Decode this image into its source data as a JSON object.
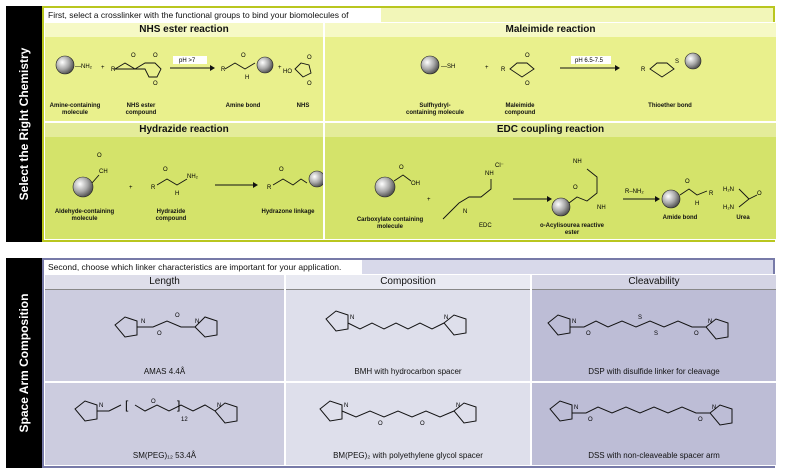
{
  "sidebar": {
    "chemistry": "Select the Right Chemistry",
    "spacer": "Space Arm Composition"
  },
  "chemistry": {
    "intro": "First, select a crosslinker with the functional groups to bind your biomolecules of interest.",
    "nhs": {
      "title": "NHS ester reaction",
      "condition": "pH >7",
      "labels": [
        "Amine-containing molecule",
        "NHS ester compound",
        "Amine bond",
        "NHS"
      ]
    },
    "maleimide": {
      "title": "Maleimide reaction",
      "condition": "pH 6.5-7.5",
      "labels": [
        "Sulfhydryl-containing molecule",
        "Maleimide compound",
        "Thioether bond"
      ]
    },
    "hydrazide": {
      "title": "Hydrazide reaction",
      "labels": [
        "Aldehyde-containing molecule",
        "Hydrazide compound",
        "Hydrazone linkage"
      ]
    },
    "edc": {
      "title": "EDC coupling reaction",
      "reagent": "R–NH₂",
      "labels": [
        "Carboxylate containing molecule",
        "EDC",
        "o-Acylisourea reactive ester",
        "Amide bond",
        "Urea"
      ]
    }
  },
  "spacer": {
    "intro": "Second, choose which linker characteristics are important for your application.",
    "columns": [
      "Length",
      "Composition",
      "Cleavability"
    ],
    "molecules": [
      "AMAS 4.4Å",
      "BMH with hydrocarbon spacer",
      "DSP with disulfide linker for cleavage",
      "SM(PEG)₁₂ 53.4Å",
      "BM(PEG)₂ with polyethylene glycol spacer",
      "DSS with non-cleaveable spacer arm"
    ]
  }
}
